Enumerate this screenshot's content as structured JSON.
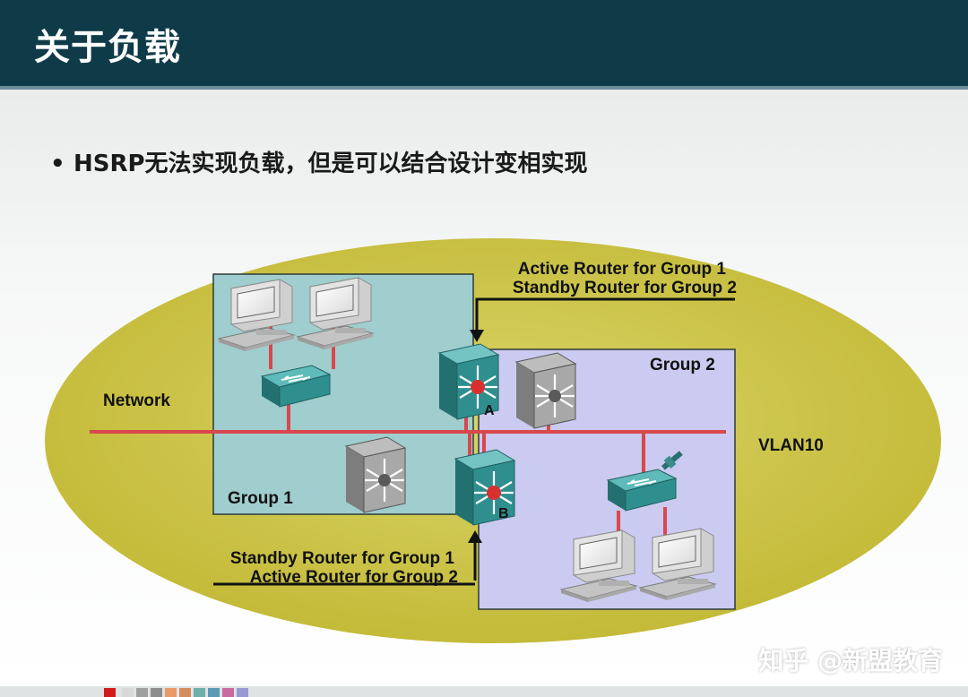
{
  "header": {
    "title": "关于负载"
  },
  "bullets": [
    {
      "marker": "•",
      "text": "HSRP无法实现负载，但是可以结合设计变相实现"
    }
  ],
  "diagram": {
    "labels": {
      "top_callout_line1": "Active Router for Group 1",
      "top_callout_line2": "Standby Router for Group 2",
      "bottom_callout_line1": "Standby Router for Group 1",
      "bottom_callout_line2": "Active Router for Group 2",
      "network": "Network",
      "vlan": "VLAN10",
      "group1": "Group 1",
      "group2": "Group 2",
      "router_a": "A",
      "router_b": "B"
    },
    "colors": {
      "ellipse": "#c9c13e",
      "group1_box": "#9dcbcb",
      "group2_box": "#c9c8ef",
      "lan_line": "#d8484c",
      "switch": "#2f8f8f",
      "router_active": "#3f9fa0",
      "router_standby": "#a9a9a9"
    }
  },
  "watermark": "知乎 @新盟教育"
}
